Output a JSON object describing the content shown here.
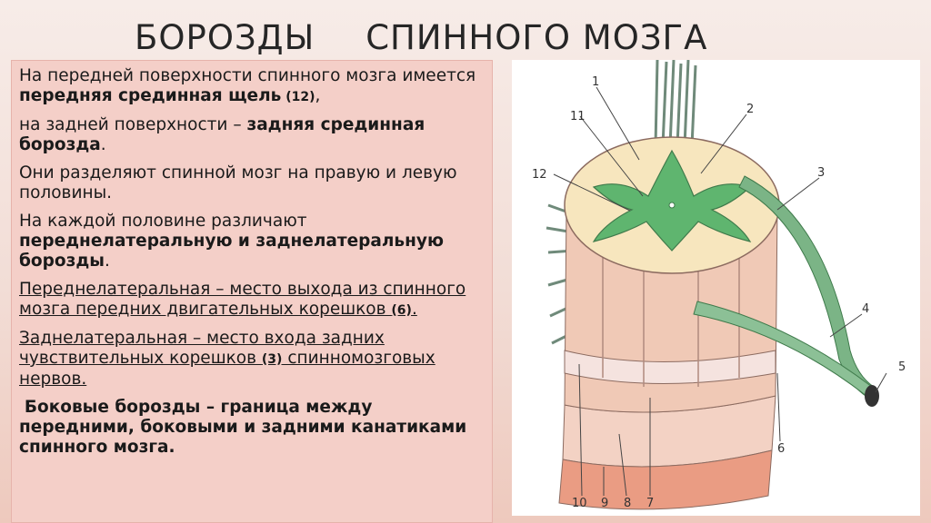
{
  "title": {
    "part1": "БОРОЗДЫ",
    "part2": "СПИННОГО МОЗГА"
  },
  "paragraphs": {
    "p1": {
      "t1": "На передней поверхности спинного мозга имеется ",
      "b1": "передняя срединная щель",
      "n1": " (12)",
      "t2": ","
    },
    "p2": {
      "t1": "на задней поверхности – ",
      "b1": "задняя срединная борозда",
      "t2": "."
    },
    "p3": {
      "t1": "Они разделяют спинной мозг на правую и левую половины."
    },
    "p4": {
      "t1": "На каждой половине различают ",
      "b1": "переднелатеральную и заднелатеральную борозды",
      "t2": "."
    },
    "p5": {
      "t1": "Переднелатеральная – место выхода из спинного мозга передних двигательных корешков ",
      "n1": "(6)",
      "t2": "."
    },
    "p6": {
      "t1": "Заднелатеральная – место входа задних чувствительных корешков ",
      "n1": "(3)",
      "t2": " спинномозговых нервов."
    },
    "p7": {
      "b1": "Боковые борозды – граница между передними, боковыми и задними канатиками спинного мозга."
    }
  },
  "figure": {
    "labels": [
      "1",
      "2",
      "3",
      "4",
      "5",
      "6",
      "7",
      "8",
      "9",
      "10",
      "11",
      "12"
    ]
  }
}
